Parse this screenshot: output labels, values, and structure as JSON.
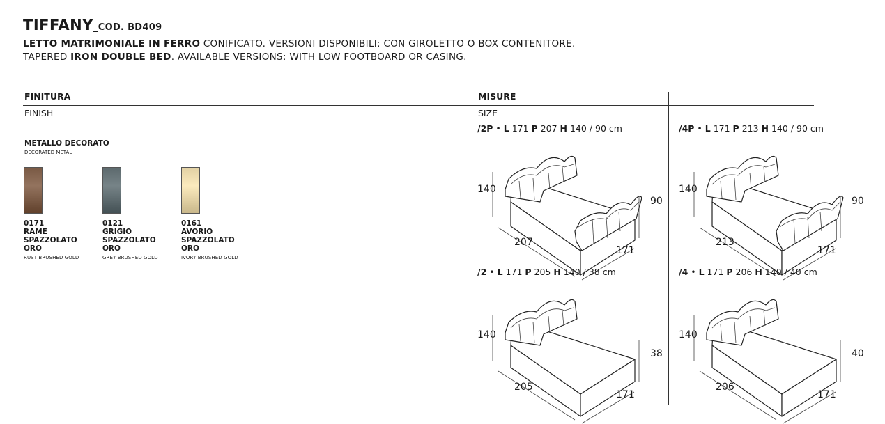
{
  "header": {
    "name": "TIFFANY",
    "code": "_COD. BD409",
    "it_bold": "LETTO MATRIMONIALE IN FERRO",
    "it_rest": " CONIFICATO. VERSIONI DISPONIBILI: CON GIROLETTO O BOX CONTENITORE.",
    "en_pre": "TAPERED ",
    "en_bold": "IRON DOUBLE BED",
    "en_rest": ". AVAILABLE VERSIONS: WITH LOW FOOTBOARD OR CASING."
  },
  "finish": {
    "heading": "FINITURA",
    "sub": "FINISH",
    "group_it": "METALLO DECORATO",
    "group_en": "DECORATED METAL",
    "swatches": [
      {
        "code": "0171",
        "it": "RAME\nSPAZZOLATO\nORO",
        "en": "RUST BRUSHED GOLD",
        "color": "#7a5a45"
      },
      {
        "code": "0121",
        "it": "GRIGIO\nSPAZZOLATO\nORO",
        "en": "GREY BRUSHED GOLD",
        "color": "#5d6a6e"
      },
      {
        "code": "0161",
        "it": "AVORIO\nSPAZZOLATO\nORO",
        "en": "IVORY BRUSHED GOLD",
        "color": "#e2d1a4"
      }
    ]
  },
  "size": {
    "heading": "MISURE",
    "sub": "SIZE",
    "variants": [
      {
        "code": "/2P",
        "L": "171",
        "P": "207",
        "H": "140 / 90 cm",
        "head": "140",
        "depth": "207",
        "width": "171",
        "foot": "90"
      },
      {
        "code": "/4P",
        "L": "171",
        "P": "213",
        "H": "140 / 90 cm",
        "head": "140",
        "depth": "213",
        "width": "171",
        "foot": "90"
      },
      {
        "code": "/2",
        "L": "171",
        "P": "205",
        "H": "140 / 38 cm",
        "head": "140",
        "depth": "205",
        "width": "171",
        "foot": "38"
      },
      {
        "code": "/4",
        "L": "171",
        "P": "206",
        "H": "140 / 40 cm",
        "head": "140",
        "depth": "206",
        "width": "171",
        "foot": "40"
      }
    ],
    "sep": " • ",
    "L_label": "L",
    "P_label": "P",
    "H_label": "H"
  },
  "colors": {
    "line": "#333333",
    "text": "#1a1a1a"
  }
}
